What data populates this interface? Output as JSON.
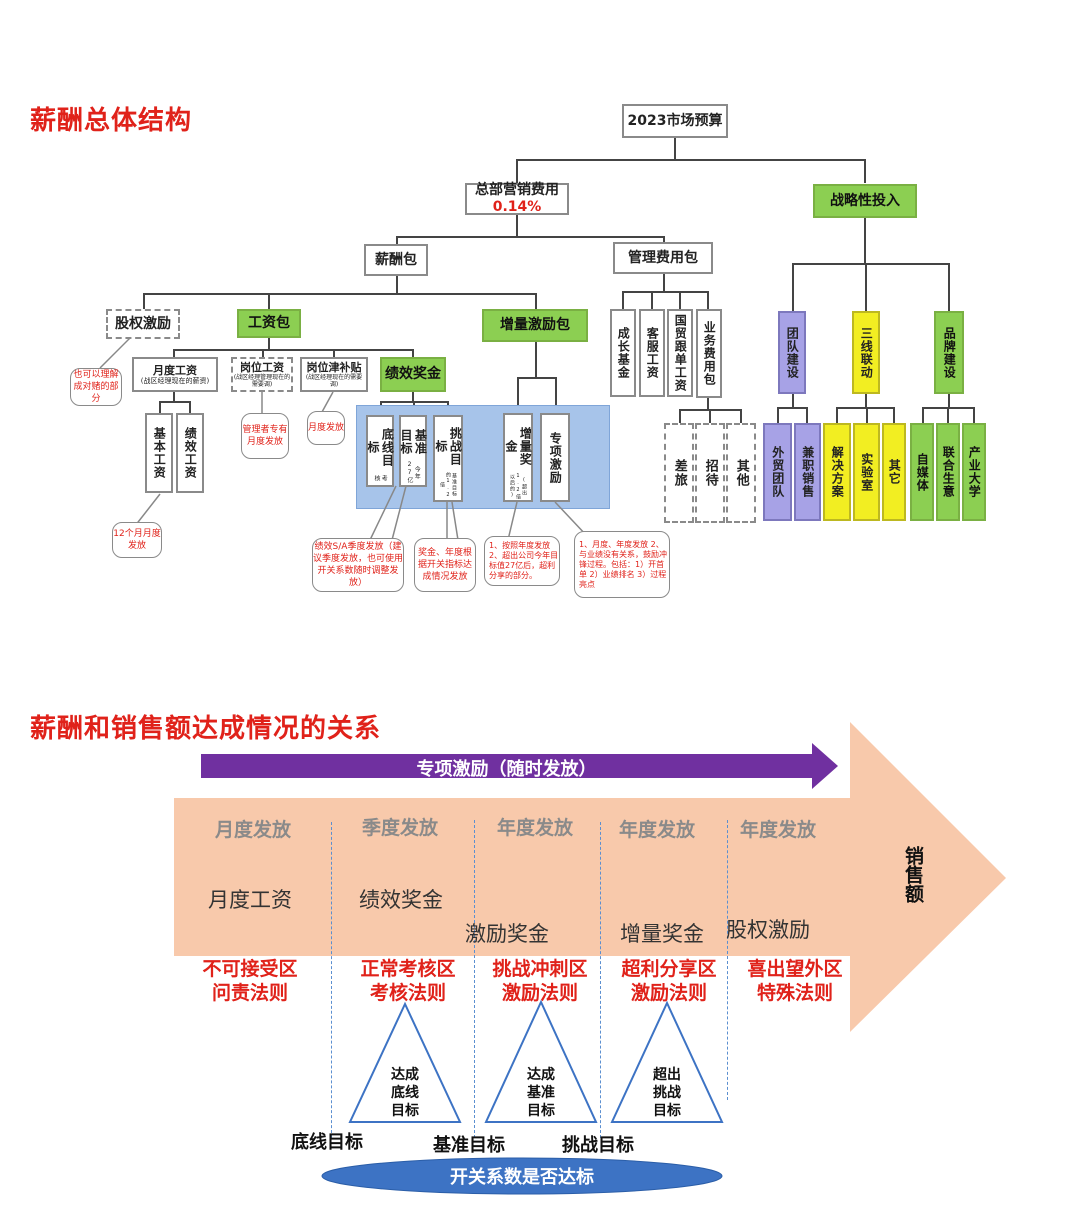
{
  "section1": {
    "title": "薪酬总体结构",
    "root": "2023市场预算",
    "hq": {
      "label": "总部营销费用",
      "pct": "0.14%"
    },
    "strategic": "战略性投入",
    "pay_pkg": "薪酬包",
    "mgmt_pkg": "管理费用包",
    "equity": "股权激励",
    "wage_pkg": "工资包",
    "incr_pkg": "增量激励包",
    "monthly_wage": {
      "label": "月度工资",
      "sub": "(战区经理现在的薪资)"
    },
    "post_wage": {
      "label": "岗位工资",
      "sub": "(战区经理管理现在的需要调)"
    },
    "post_allow": {
      "label": "岗位津补贴",
      "sub": "(战区经理现在的需要调)"
    },
    "perf_bonus": "绩效奖金",
    "base_salary": "基本工资",
    "perf_salary": "绩效工资",
    "bottom_target": {
      "label": "底线目标",
      "sub": "考核"
    },
    "std_target": {
      "label": "基准目标",
      "sub": "今年27亿"
    },
    "chal_target": {
      "label": "挑战目标",
      "sub": "基准目标的1.2倍"
    },
    "incr_bonus": {
      "label": "增量奖金",
      "sub": "(超出1.2倍以后的)"
    },
    "special_incentive": "专项激励",
    "growth_fund": "成长基金",
    "cs_wage": "客服工资",
    "trade_wage": "国贸跟单工资",
    "biz_pkg": "业务费用包",
    "travel": "差旅",
    "entertain": "招待",
    "other": "其他",
    "team_build": "团队建设",
    "three_line": "三线联动",
    "brand_build": "品牌建设",
    "foreign_team": "外贸团队",
    "part_sales": "兼职销售",
    "solution": "解决方案",
    "lab": "实验室",
    "others2": "其它",
    "self_media": "自媒体",
    "alliance": "联合生意",
    "univ": "产业大学",
    "note_equity": "也可以理解成对赌的部分",
    "note_post": "管理者专有月度发放",
    "note_allow": "月度发放",
    "note_12m": "12个月月度发放",
    "note_perf": "绩效S/A季度发放（建议季度发放，也可使用开关系数随时调整发放）",
    "note_bonus": "奖金、年度根据开关指标达成情况发放",
    "note_incr": "1、按照年度发放 2、超出公司今年目标值27亿后，超利分享的部分。",
    "note_special": "1、月度、年度发放 2、与业绩没有关系，鼓励冲锋过程。包括：1）开首单 2）业绩排名 3）过程亮点"
  },
  "section2": {
    "title": "薪酬和销售额达成情况的关系",
    "purple_arrow": "专项激励（随时发放）",
    "axis_label": "销售额",
    "stages": [
      "月度发放",
      "季度发放",
      "年度发放",
      "年度发放",
      "年度发放"
    ],
    "items": [
      "月度工资",
      "绩效奖金",
      "激励奖金",
      "增量奖金",
      "股权激励"
    ],
    "zones": [
      {
        "l1": "不可接受区",
        "l2": "问责法则"
      },
      {
        "l1": "正常考核区",
        "l2": "考核法则"
      },
      {
        "l1": "挑战冲刺区",
        "l2": "激励法则"
      },
      {
        "l1": "超利分享区",
        "l2": "激励法则"
      },
      {
        "l1": "喜出望外区",
        "l2": "特殊法则"
      }
    ],
    "triangles": [
      {
        "l1": "达成",
        "l2": "底线",
        "l3": "目标"
      },
      {
        "l1": "达成",
        "l2": "基准",
        "l3": "目标"
      },
      {
        "l1": "超出",
        "l2": "挑战",
        "l3": "目标"
      }
    ],
    "targets": [
      "底线目标",
      "基准目标",
      "挑战目标"
    ],
    "switch_label": "开关系数是否达标",
    "colors": {
      "arrow": "#f8c9ab",
      "purple": "#7030a0",
      "oval": "#3d73c4",
      "red": "#e0221a"
    }
  }
}
